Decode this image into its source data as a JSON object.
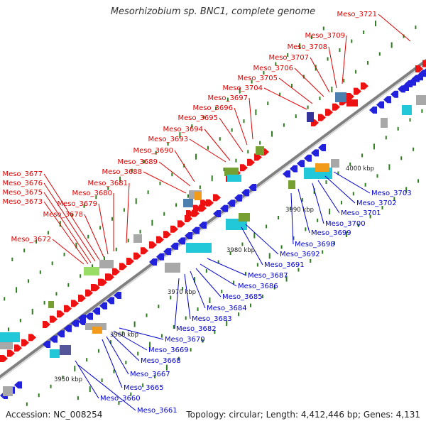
{
  "title": "Mesorhizobium sp. BNC1, complete genome",
  "accession": "Accession: NC_008254",
  "summary": "Topology: circular; Length: 4,412,446 bp; Genes: 4,131",
  "scale_labels": [
    "3950 kbp",
    "3960 kbp",
    "3970 kbp",
    "3980 kbp",
    "3990 kbp",
    "4000 kbp"
  ],
  "forward_genes": [
    "Meso_3672",
    "Meso_3673",
    "Meso_3675",
    "Meso_3676",
    "Meso_3677",
    "Meso_3678",
    "Meso_3679",
    "Meso_3680",
    "Meso_3681",
    "Meso_3688",
    "Meso_3689",
    "Meso_3690",
    "Meso_3693",
    "Meso_3694",
    "Meso_3695",
    "Meso_3696",
    "Meso_3697",
    "Meso_3704",
    "Meso_3705",
    "Meso_3706",
    "Meso_3707",
    "Meso_3708",
    "Meso_3709",
    "Meso_3721"
  ],
  "reverse_genes": [
    "Meso_3660",
    "Meso_3661",
    "Meso_3665",
    "Meso_3667",
    "Meso_3668",
    "Meso_3669",
    "Meso_3670",
    "Meso_3682",
    "Meso_3683",
    "Meso_3684",
    "Meso_3685",
    "Meso_3686",
    "Meso_3687",
    "Meso_3691",
    "Meso_3692",
    "Meso_3698",
    "Meso_3699",
    "Meso_3700",
    "Meso_3701",
    "Meso_3702",
    "Meso_3703"
  ],
  "colors": {
    "forward_label": "#dd0000",
    "reverse_label": "#0000cc",
    "backbone": "#808080",
    "tick": "#2e7d1e",
    "forward_gene": "#ee1111",
    "reverse_gene": "#2222dd",
    "cyan_gene": "#22c8d8",
    "olive_gene": "#77a033",
    "steel_gene": "#4a7fb0",
    "orange_gene": "#f29a1a",
    "gray_gene": "#a8a8a8"
  }
}
